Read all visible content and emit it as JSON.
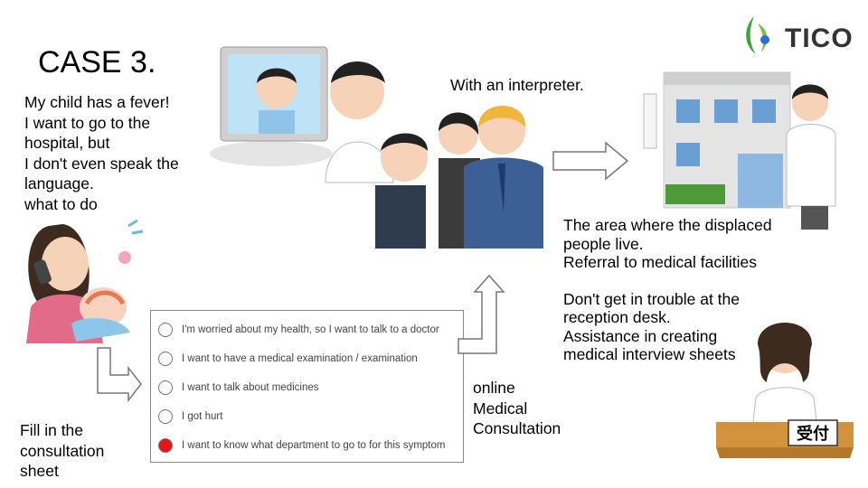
{
  "case_title": "CASE 3.",
  "story_lines": [
    "My child has a fever!",
    "I want to go to the",
    "hospital, but",
    "I don't even speak the",
    "language.",
    "what to do"
  ],
  "fill_lines": [
    "Fill in the",
    "consultation",
    "sheet"
  ],
  "online_lines": [
    "online",
    "Medical",
    "Consultation"
  ],
  "interpreter_label": "With an interpreter.",
  "right_lines_1": [
    "The area where the displaced",
    "people live.",
    "Referral to medical facilities"
  ],
  "right_lines_2": [
    "Don't get in trouble at the",
    "reception desk.",
    "Assistance in creating",
    "medical interview sheets"
  ],
  "logo_text": "TICO",
  "reception_sign": "受付",
  "sheet_options": [
    {
      "label": "I'm worried about my health, so I want to talk to a doctor",
      "selected": false
    },
    {
      "label": "I want to have a medical examination / examination",
      "selected": false
    },
    {
      "label": "I want to talk about medicines",
      "selected": false
    },
    {
      "label": "I got hurt",
      "selected": false
    },
    {
      "label": "I want to know what department to go to for this symptom",
      "selected": true
    }
  ],
  "colors": {
    "selected_radio": "#e8141a",
    "logo_green": "#3aa63a",
    "logo_blue": "#2a6fd6"
  }
}
